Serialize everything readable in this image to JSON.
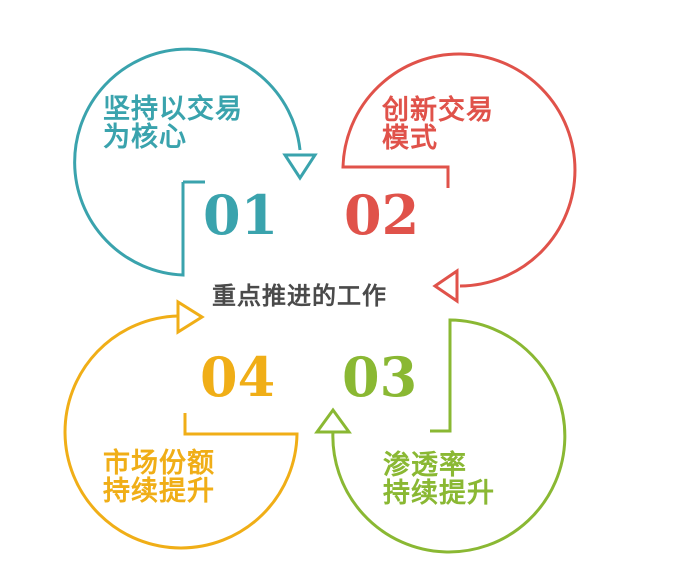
{
  "title": "重点推进的工作",
  "colors": {
    "teal": "#3aa3ad",
    "red": "#e0524a",
    "yellow": "#f0ae17",
    "green": "#8ab833",
    "center_text": "#4a4a4a"
  },
  "items": [
    {
      "number": "01",
      "line1": "坚持以交易",
      "line2": "为核心",
      "color": "teal"
    },
    {
      "number": "02",
      "line1": "创新交易",
      "line2": "模式",
      "color": "red"
    },
    {
      "number": "03",
      "line1": "渗透率",
      "line2": "持续提升",
      "color": "green"
    },
    {
      "number": "04",
      "line1": "市场份额",
      "line2": "持续提升",
      "color": "yellow"
    }
  ]
}
